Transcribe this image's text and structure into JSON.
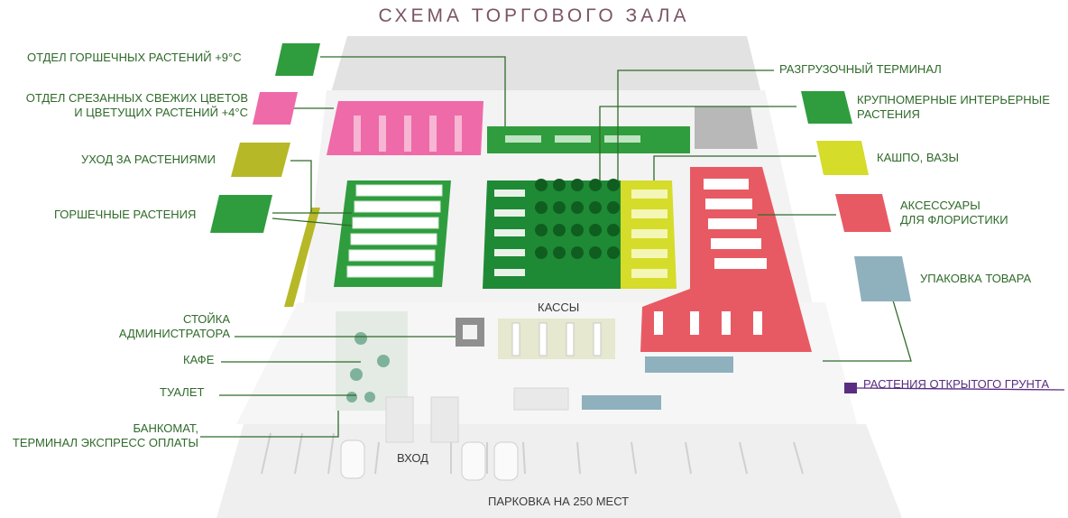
{
  "title": "СХЕМА ТОРГОВОГО ЗАЛА",
  "colors": {
    "green": "#2f9d3e",
    "dark_green": "#1f8a35",
    "pink": "#ef6aa8",
    "olive": "#b7b827",
    "lime": "#d6dc2a",
    "red": "#e85a63",
    "steel_blue": "#8fb0bd",
    "purple": "#5a2d82",
    "floor": "#f1f1f1",
    "wall": "#dcdcdc"
  },
  "legend_left": [
    {
      "id": "potted-cold",
      "lines": [
        "ОТДЕЛ ГОРШЕЧНЫХ РАСТЕНИЙ +9°С"
      ]
    },
    {
      "id": "cut-flowers",
      "lines": [
        "ОТДЕЛ СРЕЗАННЫХ СВЕЖИХ ЦВЕТОВ",
        "И ЦВЕТУЩИХ РАСТЕНИЙ +4°С"
      ]
    },
    {
      "id": "plant-care",
      "lines": [
        "УХОД ЗА РАСТЕНИЯМИ"
      ]
    },
    {
      "id": "potted",
      "lines": [
        "ГОРШЕЧНЫЕ РАСТЕНИЯ"
      ]
    },
    {
      "id": "admin",
      "lines": [
        "СТОЙКА",
        "АДМИНИСТРАТОРА"
      ]
    },
    {
      "id": "cafe",
      "lines": [
        "КАФЕ"
      ]
    },
    {
      "id": "toilet",
      "lines": [
        "ТУАЛЕТ"
      ]
    },
    {
      "id": "atm",
      "lines": [
        "БАНКОМАТ,",
        "ТЕРМИНАЛ ЭКСПРЕСС ОПЛАТЫ"
      ]
    }
  ],
  "legend_right": [
    {
      "id": "unloading",
      "lines": [
        "РАЗГРУЗОЧНЫЙ ТЕРМИНАЛ"
      ]
    },
    {
      "id": "large-plants",
      "lines": [
        "КРУПНОМЕРНЫЕ ИНТЕРЬЕРНЫЕ",
        "РАСТЕНИЯ"
      ]
    },
    {
      "id": "pots",
      "lines": [
        "КАШПО, ВАЗЫ"
      ]
    },
    {
      "id": "accessories",
      "lines": [
        "АКСЕССУАРЫ",
        "ДЛЯ ФЛОРИСТИКИ"
      ]
    },
    {
      "id": "packing",
      "lines": [
        "УПАКОВКА ТОВАРА"
      ]
    },
    {
      "id": "outdoor",
      "lines": [
        "РАСТЕНИЯ ОТКРЫТОГО ГРУНТА"
      ]
    }
  ],
  "floor_labels": {
    "cash": "КАССЫ",
    "entrance": "ВХОД",
    "parking": "ПАРКОВКА НА 250 МЕСТ"
  }
}
